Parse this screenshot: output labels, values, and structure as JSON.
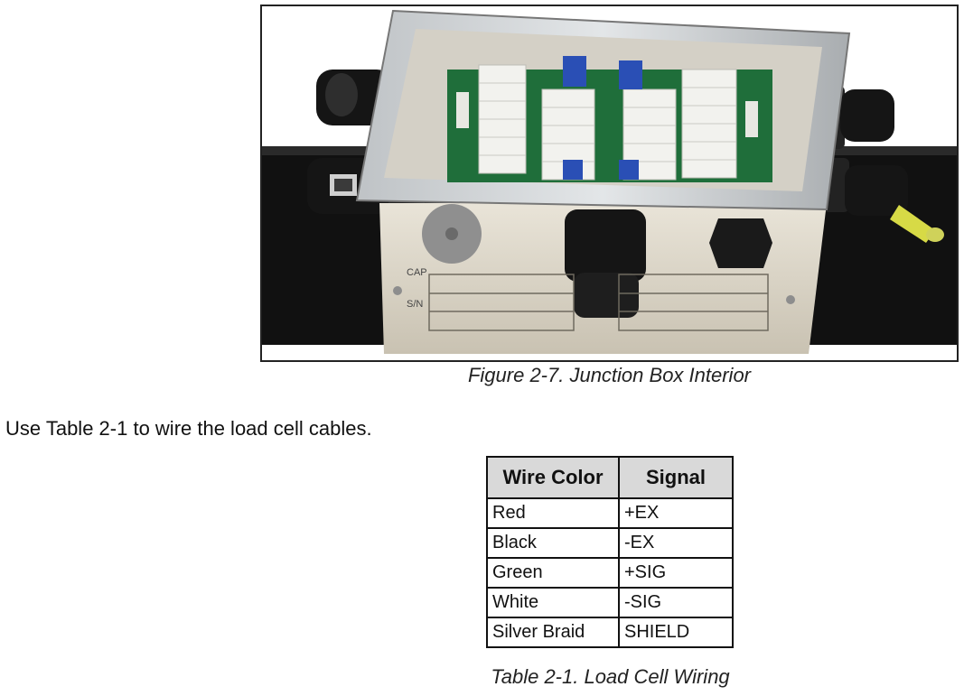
{
  "figure": {
    "caption": "Figure 2-7. Junction Box Interior",
    "label_plate": {
      "cap": "CAP",
      "sn": "S/N"
    }
  },
  "body_text": "Use Table 2-1 to wire the load cell cables.",
  "table": {
    "headers": [
      "Wire Color",
      "Signal"
    ],
    "rows": [
      [
        "Red",
        "+EX"
      ],
      [
        "Black",
        "-EX"
      ],
      [
        "Green",
        "+SIG"
      ],
      [
        "White",
        "-SIG"
      ],
      [
        "Silver Braid",
        "SHIELD"
      ]
    ],
    "caption": "Table 2-1.  Load Cell Wiring",
    "header_color": "#d9d9d9"
  }
}
